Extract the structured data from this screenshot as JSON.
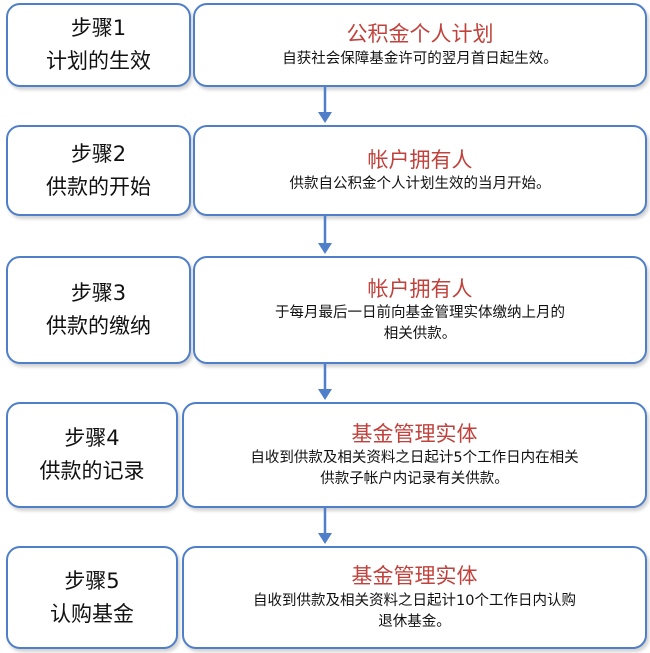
{
  "colors": {
    "border": "#4f7fc8",
    "role_text": "#c0423c",
    "arrow": "#4f7fc8"
  },
  "steps": [
    {
      "step_label": "步骤1",
      "step_title": "计划的生效",
      "role": "公积金个人计划",
      "description_lines": [
        "自获社会保障基金许可的翌月首日起生效。"
      ]
    },
    {
      "step_label": "步骤2",
      "step_title": "供款的开始",
      "role": "帐户拥有人",
      "description_lines": [
        "供款自公积金个人计划生效的当月开始。"
      ]
    },
    {
      "step_label": "步骤3",
      "step_title": "供款的缴纳",
      "role": "帐户拥有人",
      "description_lines": [
        "于每月最后一日前向基金管理实体缴纳上月的",
        "相关供款。"
      ]
    },
    {
      "step_label": "步骤4",
      "step_title": "供款的记录",
      "role": "基金管理实体",
      "description_lines": [
        "自收到供款及相关资料之日起计5个工作日内在相关",
        "供款子帐户内记录有关供款。"
      ]
    },
    {
      "step_label": "步骤5",
      "step_title": "认购基金",
      "role": "基金管理实体",
      "description_lines": [
        "自收到供款及相关资料之日起计10个工作日内认购",
        "退休基金。"
      ]
    }
  ]
}
